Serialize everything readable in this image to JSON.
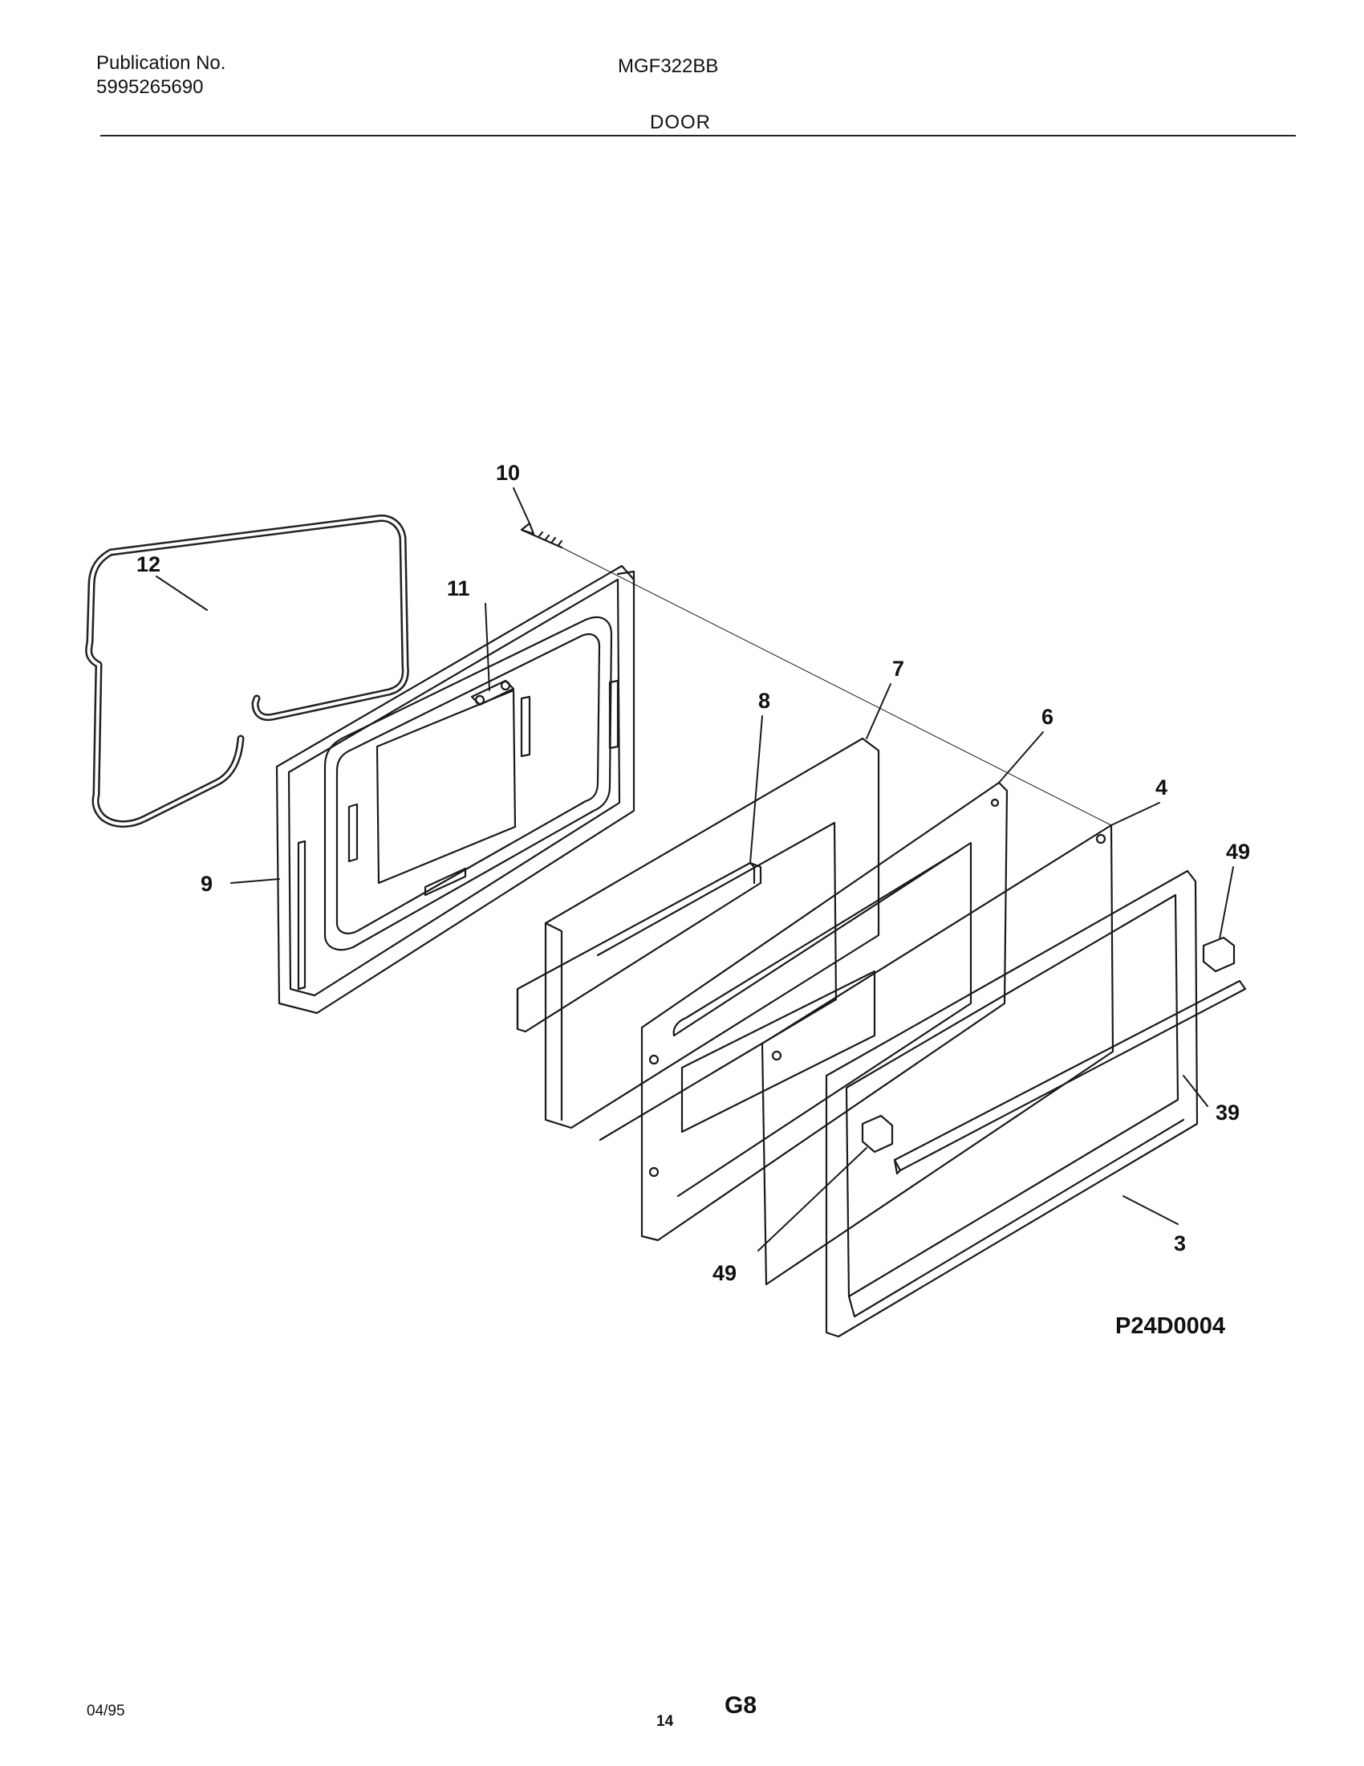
{
  "header": {
    "publication_label": "Publication No.",
    "publication_number": "5995265690",
    "model": "MGF322BB",
    "section": "DOOR"
  },
  "diagram": {
    "drawing_id": "P24D0004",
    "callouts": [
      "12",
      "10",
      "11",
      "7",
      "8",
      "6",
      "4",
      "49",
      "9",
      "39",
      "3",
      "49"
    ]
  },
  "footer": {
    "date": "04/95",
    "page": "14",
    "section_code": "G8"
  }
}
